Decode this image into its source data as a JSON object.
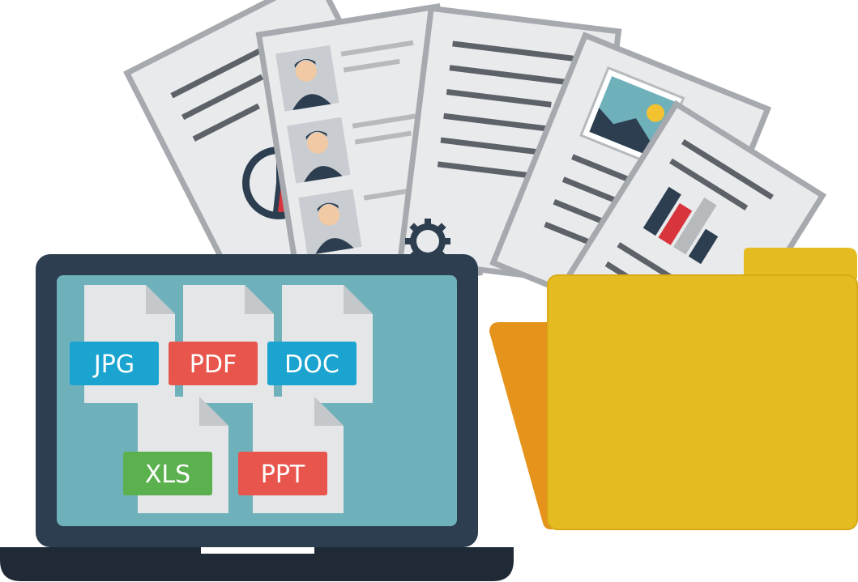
{
  "illustration": {
    "subject": "laptop-with-file-formats-and-folder",
    "file_types": [
      {
        "label": "JPG",
        "color": "#1aa4cf"
      },
      {
        "label": "PDF",
        "color": "#e8554c"
      },
      {
        "label": "DOC",
        "color": "#1aa4cf"
      },
      {
        "label": "XLS",
        "color": "#5cb14f"
      },
      {
        "label": "PPT",
        "color": "#e8554c"
      }
    ],
    "colors": {
      "laptop_frame": "#2c3e50",
      "laptop_screen": "#6fb1bb",
      "file_sheet": "#e4e6e8",
      "file_fold": "#c5c8cb",
      "paper": "#e8eaec",
      "paper_border": "#a6a9ad",
      "paper_line": "#5d6168",
      "folder_front": "#e5bb22",
      "folder_back": "#e5931a",
      "accent_red": "#d8343c",
      "accent_yellow": "#f2c230",
      "dark": "#2c3e50"
    },
    "icons": [
      "paper-document-icon",
      "resume-document-icon",
      "image-document-icon",
      "bar-chart-document-icon",
      "pie-chart-icon",
      "gear-icon",
      "folder-icon",
      "laptop-icon"
    ]
  }
}
